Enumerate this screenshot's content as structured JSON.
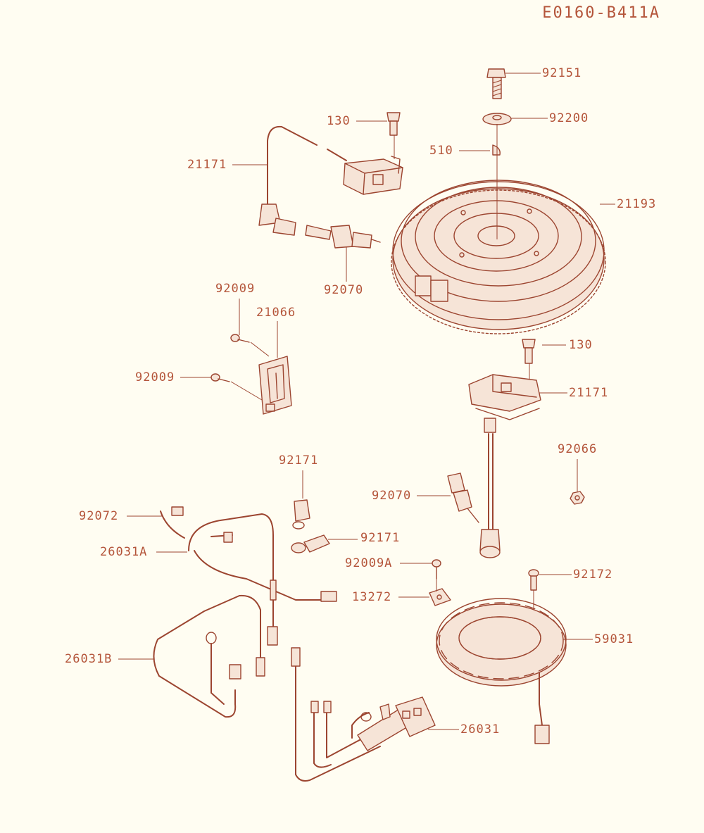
{
  "diagram": {
    "ref_code": "E0160-B411A",
    "callouts": [
      {
        "id": "c-92151",
        "text": "92151"
      },
      {
        "id": "c-92200",
        "text": "92200"
      },
      {
        "id": "c-130-top",
        "text": "130"
      },
      {
        "id": "c-510",
        "text": "510"
      },
      {
        "id": "c-21171-top",
        "text": "21171"
      },
      {
        "id": "c-21193",
        "text": "21193"
      },
      {
        "id": "c-92070-top",
        "text": "92070"
      },
      {
        "id": "c-92009-top",
        "text": "92009"
      },
      {
        "id": "c-21066",
        "text": "21066"
      },
      {
        "id": "c-92009-mid",
        "text": "92009"
      },
      {
        "id": "c-130-mid",
        "text": "130"
      },
      {
        "id": "c-21171-mid",
        "text": "21171"
      },
      {
        "id": "c-92066",
        "text": "92066"
      },
      {
        "id": "c-92171-top",
        "text": "92171"
      },
      {
        "id": "c-92072",
        "text": "92072"
      },
      {
        "id": "c-92070-mid",
        "text": "92070"
      },
      {
        "id": "c-26031A",
        "text": "26031A"
      },
      {
        "id": "c-92171-mid",
        "text": "92171"
      },
      {
        "id": "c-92009A",
        "text": "92009A"
      },
      {
        "id": "c-92172",
        "text": "92172"
      },
      {
        "id": "c-13272",
        "text": "13272"
      },
      {
        "id": "c-59031",
        "text": "59031"
      },
      {
        "id": "c-26031B",
        "text": "26031B"
      },
      {
        "id": "c-26031",
        "text": "26031"
      }
    ]
  }
}
